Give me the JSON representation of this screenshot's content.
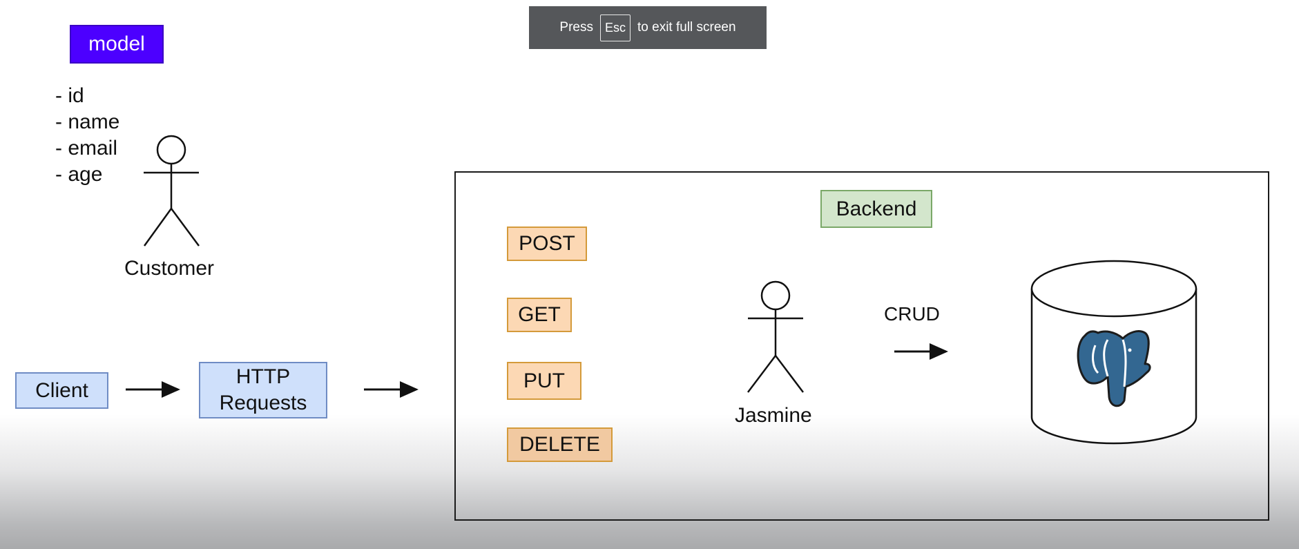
{
  "fullscreen_notice": {
    "press_text": "Press",
    "key_text": "Esc",
    "suffix_text": "to exit full screen"
  },
  "model": {
    "title": "model",
    "fields": [
      "- id",
      "- name",
      "- email",
      "- age"
    ]
  },
  "actors": {
    "customer": "Customer",
    "jasmine": "Jasmine"
  },
  "flow": {
    "client": "Client",
    "http_line1": "HTTP",
    "http_line2": "Requests"
  },
  "backend": {
    "title": "Backend",
    "methods": [
      "POST",
      "GET",
      "PUT",
      "DELETE"
    ],
    "crud_label": "CRUD",
    "database_icon": "postgresql-elephant-icon"
  },
  "colors": {
    "model_fill": "#4c00ff",
    "request_fill": "#cfe0fb",
    "backend_fill": "#d3e6cc",
    "method_fill": "#fcd8b4",
    "postgres_blue": "#336791"
  }
}
